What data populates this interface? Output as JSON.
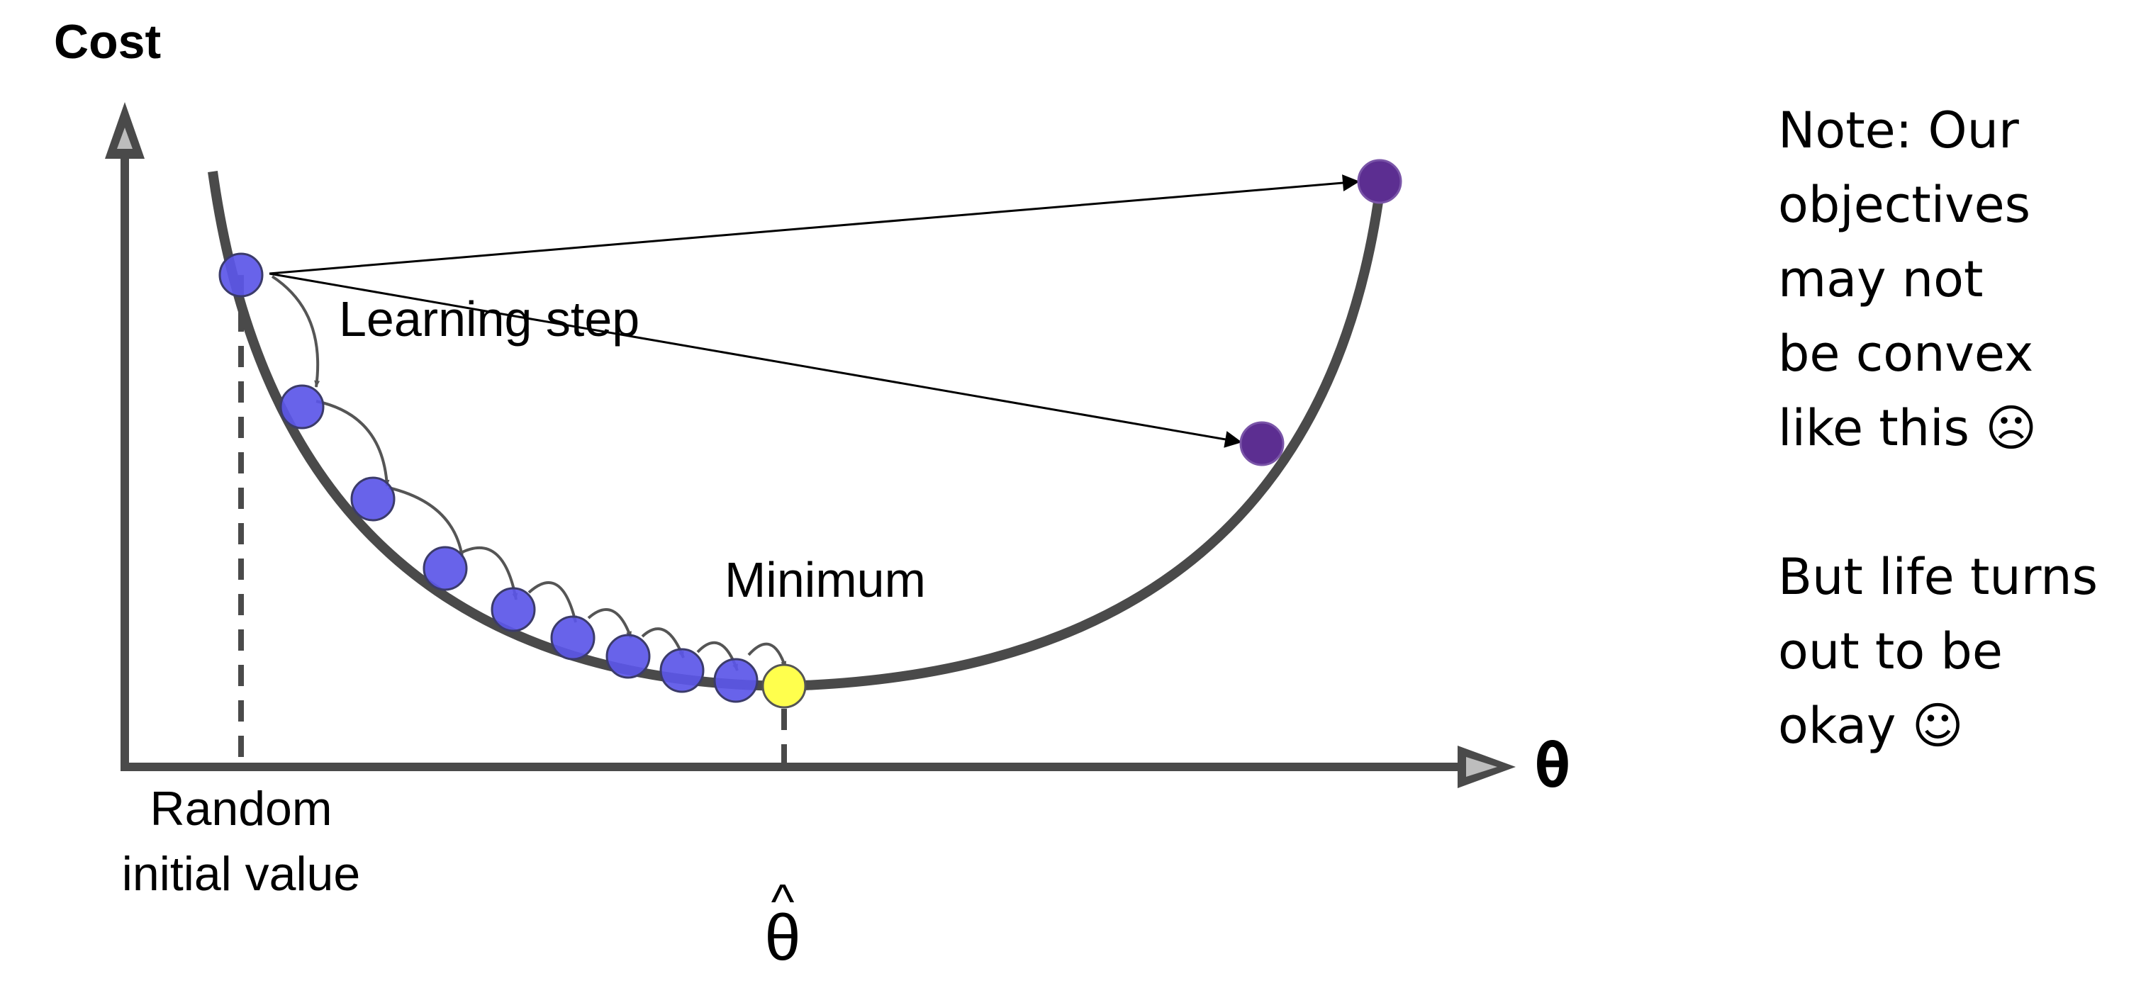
{
  "diagram": {
    "y_axis_label": "Cost",
    "x_axis_label": "θ",
    "learning_step_label": "Learning step",
    "minimum_label": "Minimum",
    "initial_value_label_line1": "Random",
    "initial_value_label_line2": "initial value",
    "theta_hat_label": "θ",
    "theta_hat_hat": "^",
    "colors": {
      "axis": "#4a4a4a",
      "curve": "#4a4a4a",
      "step_point": "#5b56e8",
      "minimum_point": "#ffff4d",
      "overshoot_point": "#5c2e91"
    }
  },
  "note": {
    "paragraph1": [
      "Note: Our",
      "objectives",
      "may not",
      "be convex",
      "like this ☹"
    ],
    "paragraph2": [
      "But life turns",
      "out to be",
      "okay ☺"
    ]
  }
}
